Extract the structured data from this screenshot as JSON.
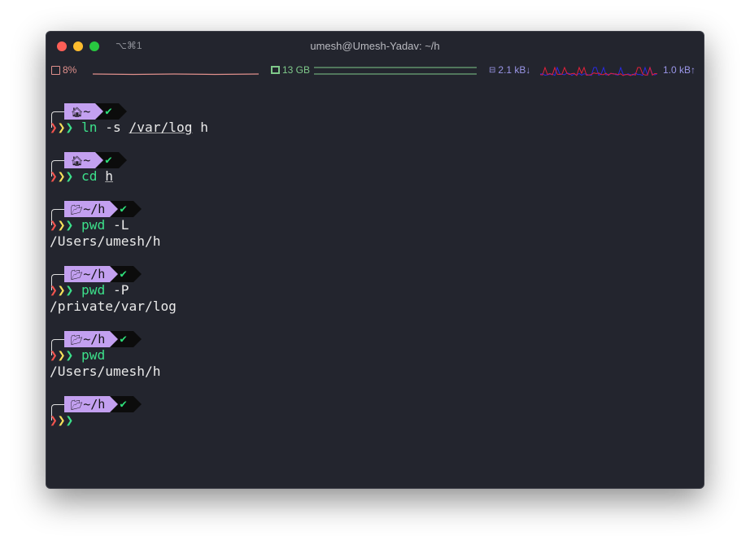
{
  "window": {
    "title": "umesh@Umesh-Yadav: ~/h",
    "shortcut": "⌥⌘1"
  },
  "colors": {
    "close": "#fe5f57",
    "minimize": "#febc2e",
    "maximize": "#28c840",
    "cpu": "#e0908c",
    "mem": "#7fc98a",
    "net": "#9b96e8",
    "prompt_bg": "#c3a0f0",
    "ok": "#2ee07a",
    "cmd": "#3ce08a"
  },
  "status": {
    "cpu": "8%",
    "mem": "13 GB",
    "net_down": "2.1 kB↓",
    "net_up": "1.0 kB↑"
  },
  "prompt": {
    "arrows": [
      "❯",
      "❯",
      "❯"
    ],
    "ok_icon": "✔"
  },
  "blocks": [
    {
      "icon": "home-icon",
      "glyph": "🏠︎",
      "dir": "~",
      "cmd": "ln",
      "args": [
        " -s ",
        "/var/log",
        " h"
      ],
      "underline": [
        1
      ],
      "output": []
    },
    {
      "icon": "home-icon",
      "glyph": "🏠︎",
      "dir": "~",
      "cmd": "cd",
      "args": [
        " ",
        "h"
      ],
      "underline": [
        1
      ],
      "output": []
    },
    {
      "icon": "folder-open-icon",
      "glyph": "📂︎",
      "dir": "~/h",
      "cmd": "pwd",
      "args": [
        " -L"
      ],
      "underline": [],
      "output": [
        "/Users/umesh/h"
      ]
    },
    {
      "icon": "folder-open-icon",
      "glyph": "📂︎",
      "dir": "~/h",
      "cmd": "pwd",
      "args": [
        " -P"
      ],
      "underline": [],
      "output": [
        "/private/var/log"
      ]
    },
    {
      "icon": "folder-open-icon",
      "glyph": "📂︎",
      "dir": "~/h",
      "cmd": "pwd",
      "args": [],
      "underline": [],
      "output": [
        "/Users/umesh/h"
      ]
    },
    {
      "icon": "folder-open-icon",
      "glyph": "📂︎",
      "dir": "~/h",
      "cmd": "",
      "args": [],
      "underline": [],
      "output": []
    }
  ]
}
